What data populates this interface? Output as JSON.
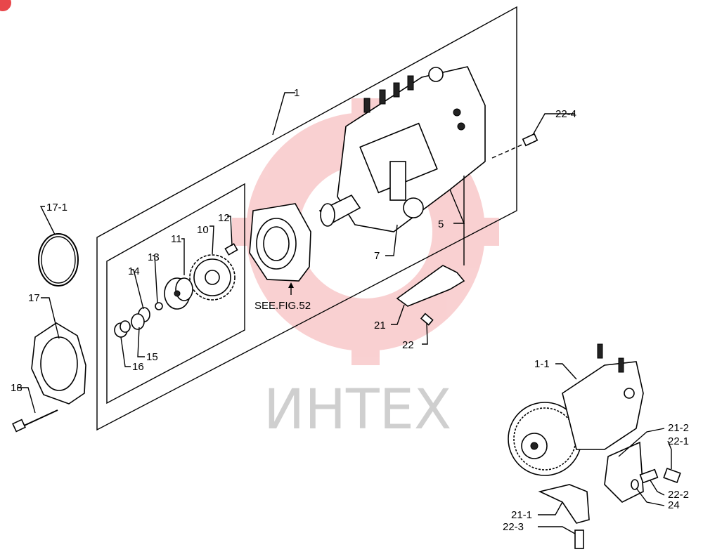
{
  "labels": {
    "l1": "1",
    "l4": "22-4",
    "l5": "5",
    "l7": "7",
    "l10": "10",
    "l11": "11",
    "l12": "12",
    "l13": "13",
    "l14": "14",
    "l15": "15",
    "l16": "16",
    "l17": "17",
    "l17_1": "17-1",
    "l18": "18",
    "l21": "21",
    "l22": "22",
    "see_fig": "SEE.FIG.52",
    "l1_1": "1-1",
    "l21_2": "21-2",
    "l22_1": "22-1",
    "l22_2": "22-2",
    "l24": "24",
    "l21_1": "21-1",
    "l22_3": "22-3"
  },
  "watermark": {
    "text": "ИНТЕХ",
    "color": "#e8474b"
  }
}
